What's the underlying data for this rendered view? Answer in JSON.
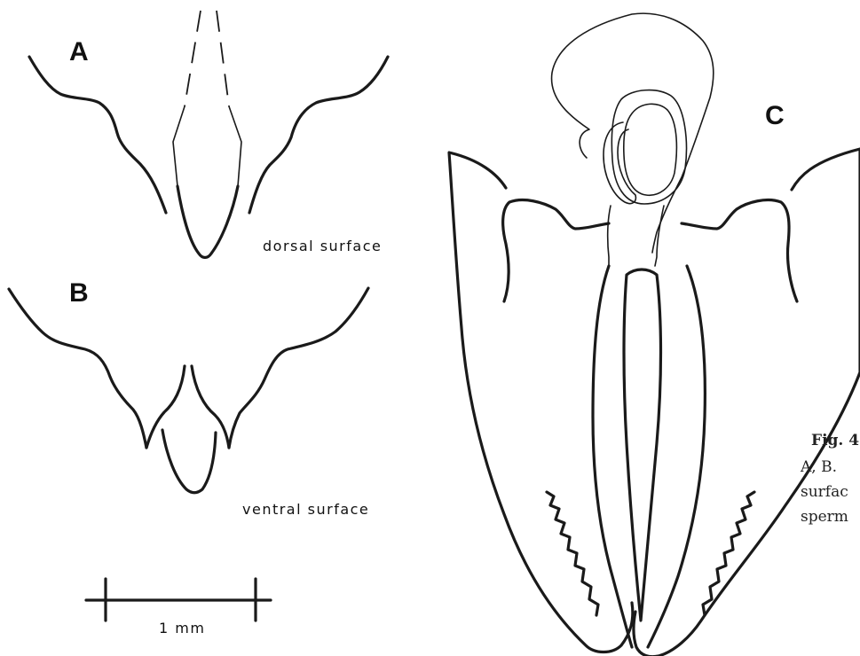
{
  "panels": {
    "a": {
      "letter": "A",
      "label": "dorsal surface"
    },
    "b": {
      "letter": "B",
      "label": "ventral surface"
    },
    "c": {
      "letter": "C"
    }
  },
  "scale_bar": {
    "label": "1 mm"
  },
  "caption": {
    "fig_label": "Fig. 4",
    "lines": [
      "A, B.",
      "surfac",
      "sperm"
    ]
  }
}
